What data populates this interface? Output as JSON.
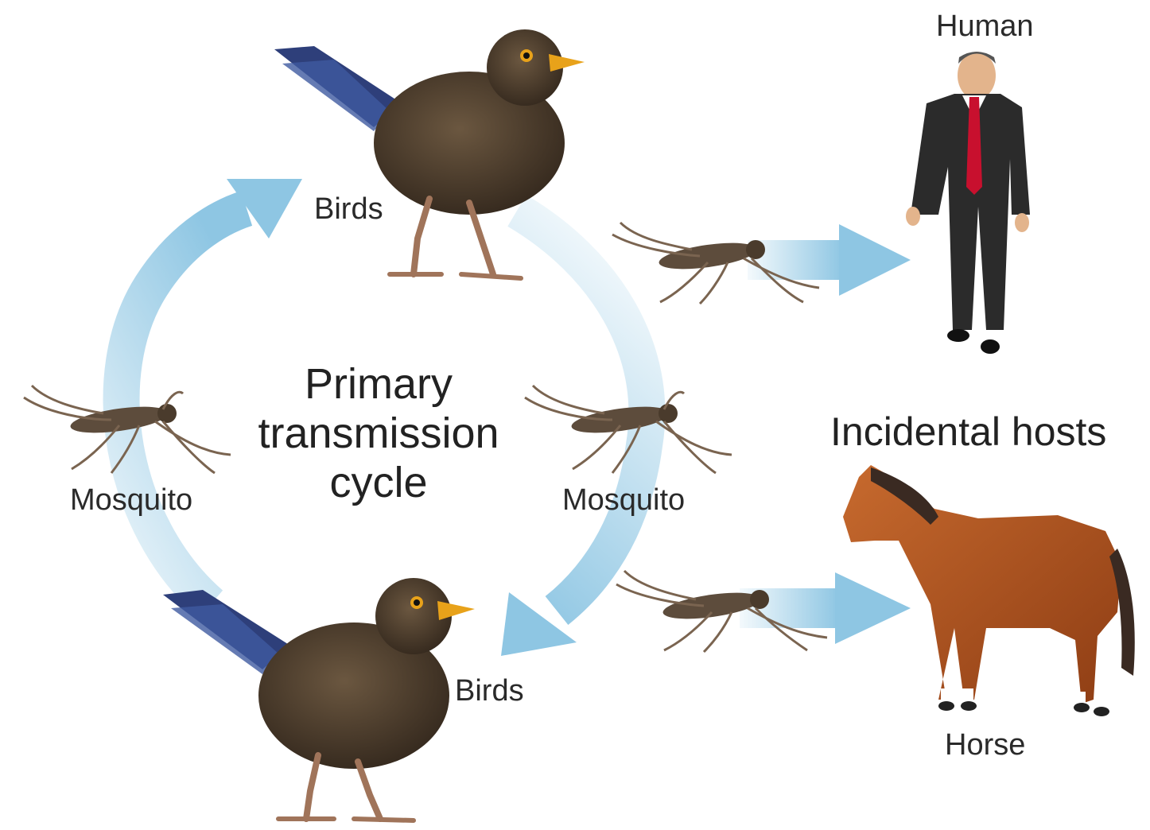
{
  "cycle_title": [
    "Primary",
    "transmission",
    "cycle"
  ],
  "labels": {
    "birds_top": "Birds",
    "birds_bottom": "Birds",
    "mosquito_left": "Mosquito",
    "mosquito_right": "Mosquito",
    "human": "Human",
    "horse": "Horse",
    "incidental_hosts": "Incidental hosts"
  },
  "colors": {
    "arrow": "#8ec6e3",
    "bird_body": "#4a3b2c",
    "bird_tail": "#2e3f7a",
    "beak": "#e8a21a",
    "horse": "#b0521f",
    "mane": "#3a2a22",
    "suit": "#2b2b2b",
    "tie": "#c8102e",
    "mosquito": "#6b5a48"
  }
}
